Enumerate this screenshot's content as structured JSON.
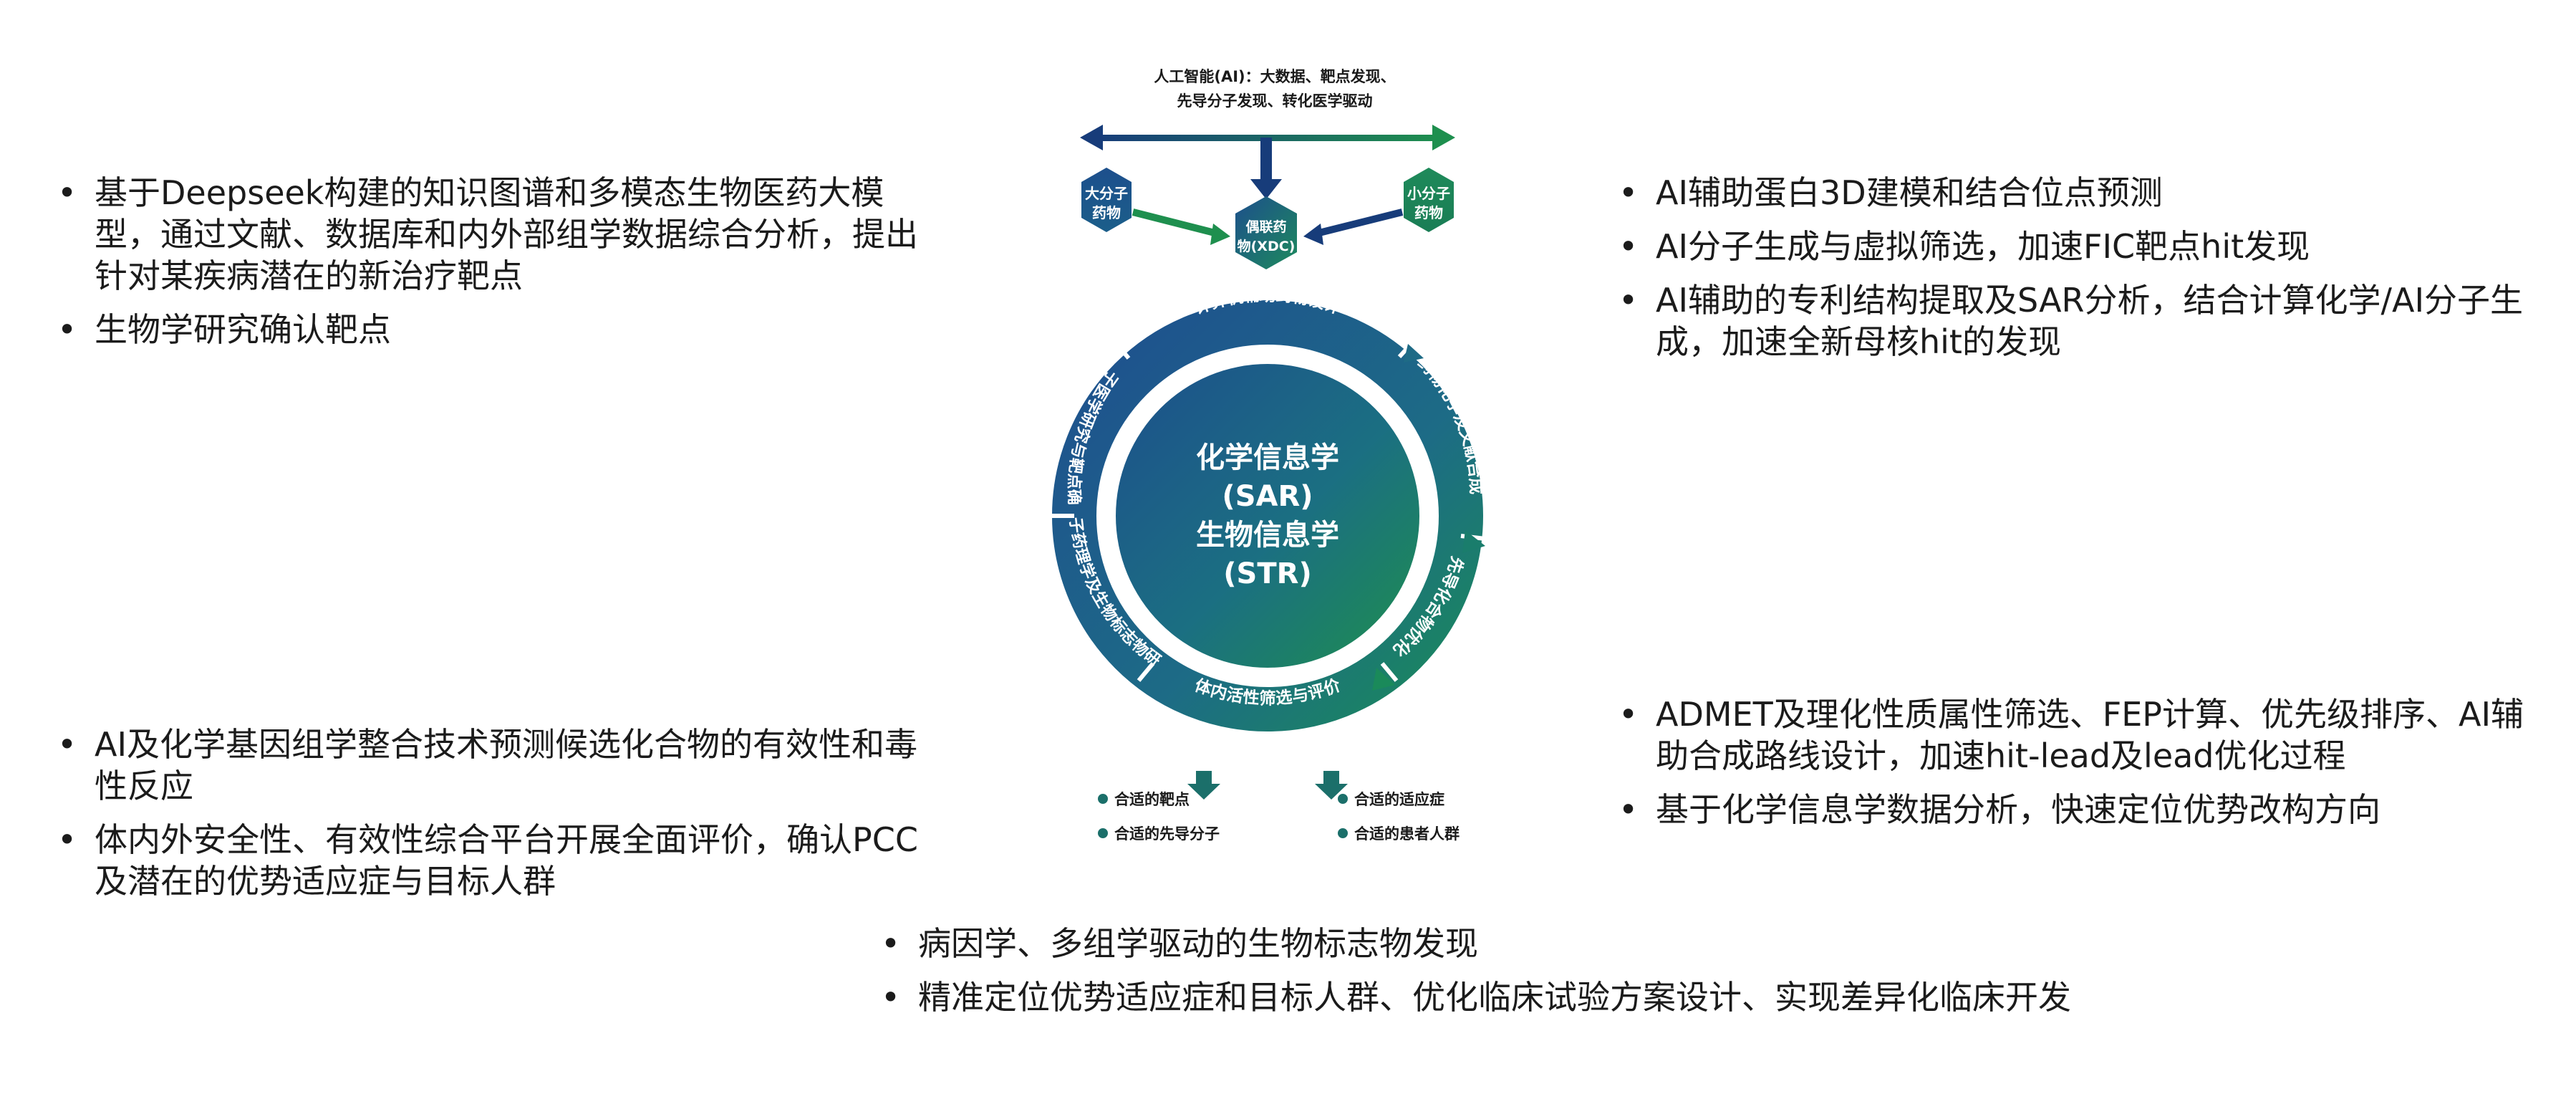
{
  "left_top": {
    "items": [
      "基于Deepseek构建的知识图谱和多模态生物医药大模型，通过文献、数据库和内外部组学数据综合分析，提出针对某疾病潜在的新治疗靶点",
      "生物学研究确认靶点"
    ]
  },
  "left_mid": {
    "items": [
      "AI及化学基因组学整合技术预测候选化合物的有效性和毒性反应",
      "体内外安全性、有效性综合平台开展全面评价，确认PCC及潜在的优势适应症与目标人群"
    ]
  },
  "right_top": {
    "items": [
      "AI辅助蛋白3D建模和结合位点预测",
      "AI分子生成与虚拟筛选，加速FIC靶点hit发现",
      "AI辅助的专利结构提取及SAR分析，结合计算化学/AI分子生成，加速全新母核hit的发现"
    ]
  },
  "right_mid": {
    "items": [
      "ADMET及理化性质属性筛选、FEP计算、优先级排序、AI辅助合成路线设计，加速hit-lead及lead优化过程",
      "基于化学信息学数据分析，快速定位优势改构方向"
    ]
  },
  "bottom": {
    "items": [
      "病因学、多组学驱动的生物标志物发现",
      "精准定位优势适应症和目标人群、优化临床试验方案设计、实现差异化临床开发"
    ]
  },
  "diagram": {
    "ai_text_line1": "人工智能(AI)：大数据、靶点发现、",
    "ai_text_line2": "先导分子发现、转化医学驱动",
    "large_molecule": [
      "大分子",
      "药物"
    ],
    "small_molecule": [
      "小分子",
      "药物"
    ],
    "xdc": [
      "偶联药",
      "物(XDC)"
    ],
    "center": [
      "化学信息学",
      "(SAR)",
      "生物信息学",
      "(STR)"
    ],
    "ring_segments": [
      "计算机辅助药物设计",
      "药物化学及文献合成",
      "先导化合物优化",
      "体内活性筛选与评价",
      "分子药理学及生物标志物研究",
      "分子医学研究与靶点确认"
    ],
    "outcomes": [
      "合适的靶点",
      "合适的适应症",
      "合适的先导分子",
      "合适的患者人群"
    ],
    "colors": {
      "dark_blue": "#1d4f8c",
      "teal": "#1b7a6a",
      "green": "#1e8f4e",
      "arrow_navy": "#173c7a"
    }
  }
}
